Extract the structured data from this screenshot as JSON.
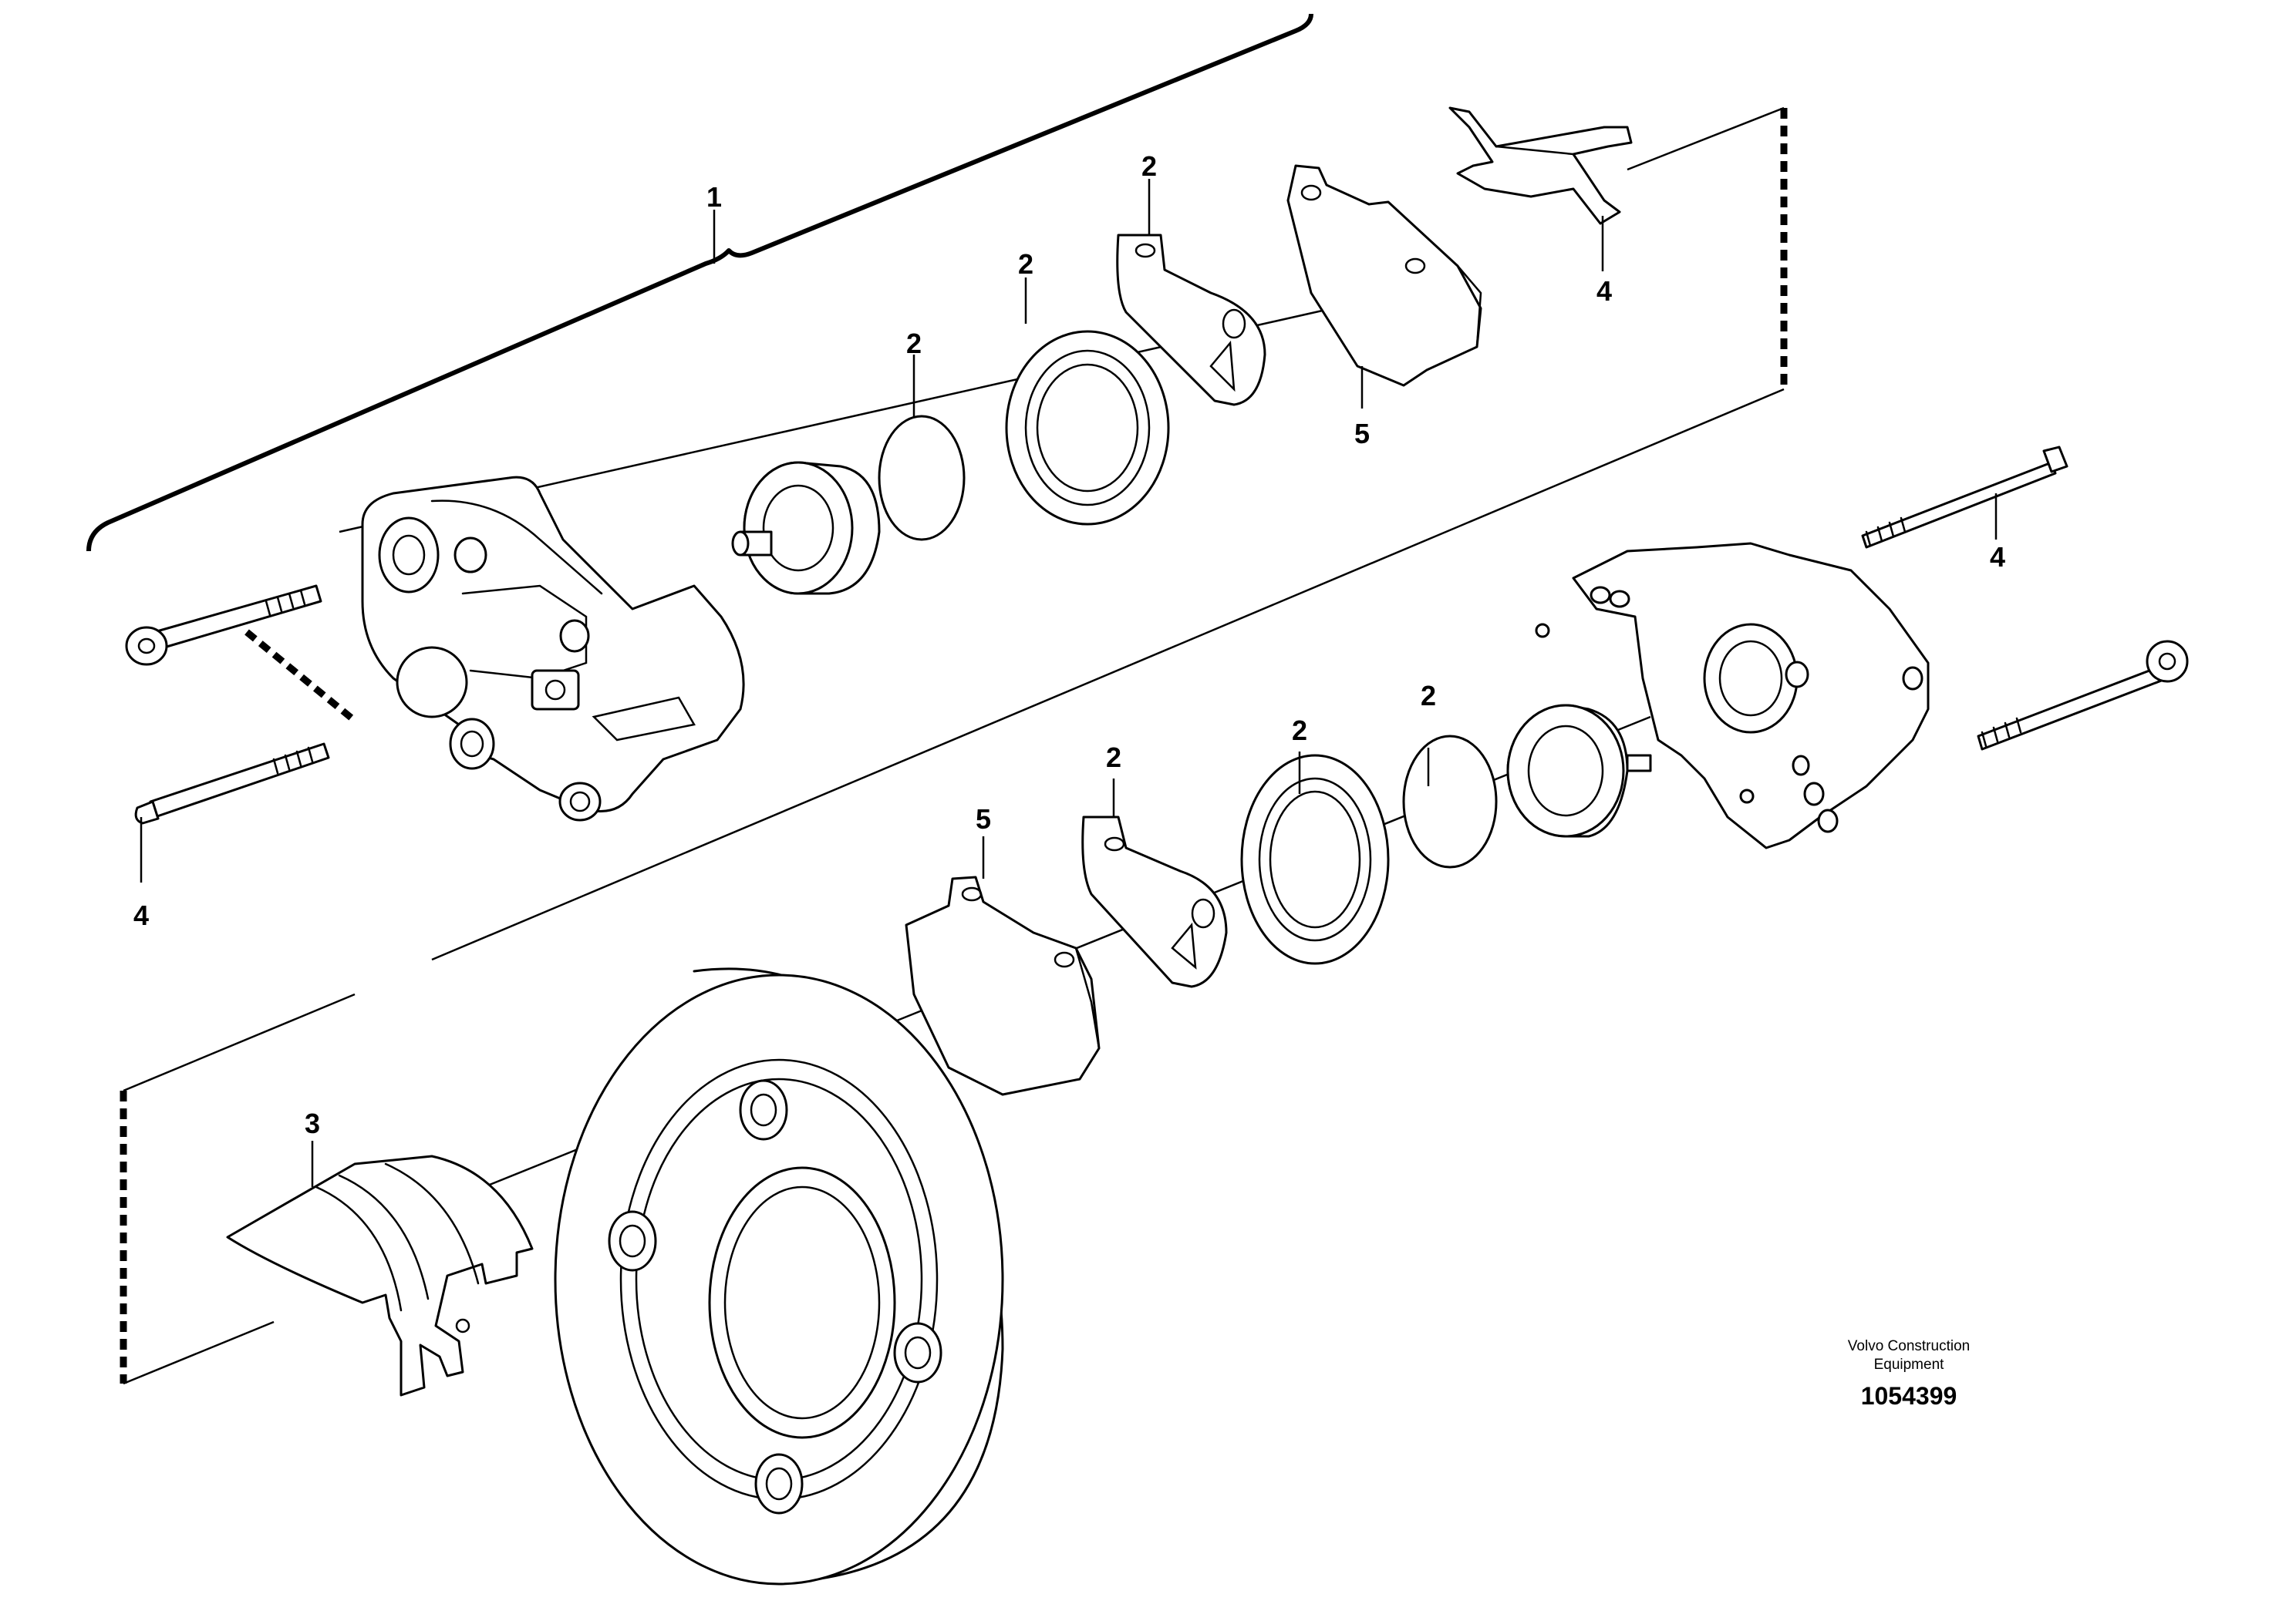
{
  "callouts": {
    "caliper_assembly": "1",
    "seal_ring_upper": "2",
    "dust_seal_upper": "2",
    "shim_upper": "2",
    "seal_ring_lower": "2",
    "dust_seal_lower": "2",
    "shim_lower": "2",
    "lining_plate": "3",
    "bolt_upper_right": "4",
    "bolt_lower_left": "4",
    "retaining_spring": "4",
    "pad_upper": "5",
    "pad_lower": "5"
  },
  "footer": {
    "brand_line1": "Volvo Construction",
    "brand_line2": "Equipment",
    "drawing_number": "1054399"
  }
}
